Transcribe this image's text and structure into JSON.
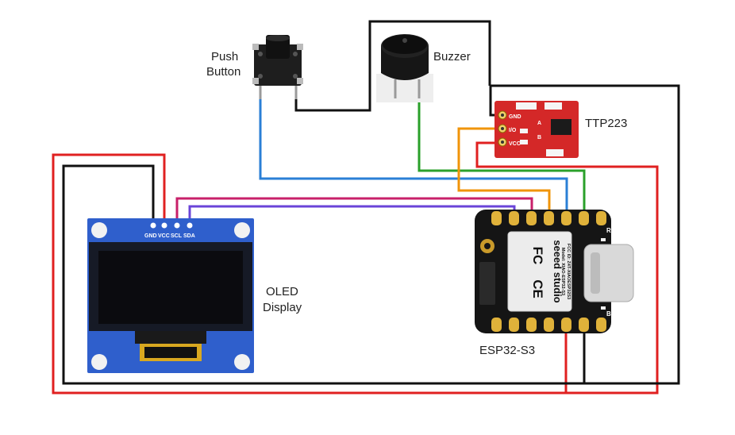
{
  "labels": {
    "push_button_line1": "Push",
    "push_button_line2": "Button",
    "buzzer": "Buzzer",
    "ttp223": "TTP223",
    "oled_line1": "OLED",
    "oled_line2": "Display",
    "esp32": "ESP32-S3"
  },
  "oled_pins": [
    "GND",
    "VCC",
    "SCL",
    "SDA"
  ],
  "ttp_pins": [
    "GND",
    "I/O",
    "VCC"
  ],
  "ttp_marks": [
    "A",
    "B"
  ],
  "board": {
    "brand": "seeed studio",
    "model": "Model: XIAO-ESP32-S3",
    "fcc_id": "FCC ID: Z4T-XIAOESP32S3",
    "fc_mark": "FC",
    "ce_mark": "CE",
    "r_mark": "R",
    "b_mark": "B"
  },
  "colors": {
    "wire_red": "#e02020",
    "wire_black": "#111111",
    "wire_blue": "#2a7fd6",
    "wire_green": "#2aa02a",
    "wire_orange": "#f0940a",
    "wire_purple": "#6a44d8",
    "wire_magenta": "#c8206a",
    "oled_pcb": "#2f5fcc",
    "ttp_pcb": "#d42828",
    "xiao_pcb": "#151515"
  }
}
